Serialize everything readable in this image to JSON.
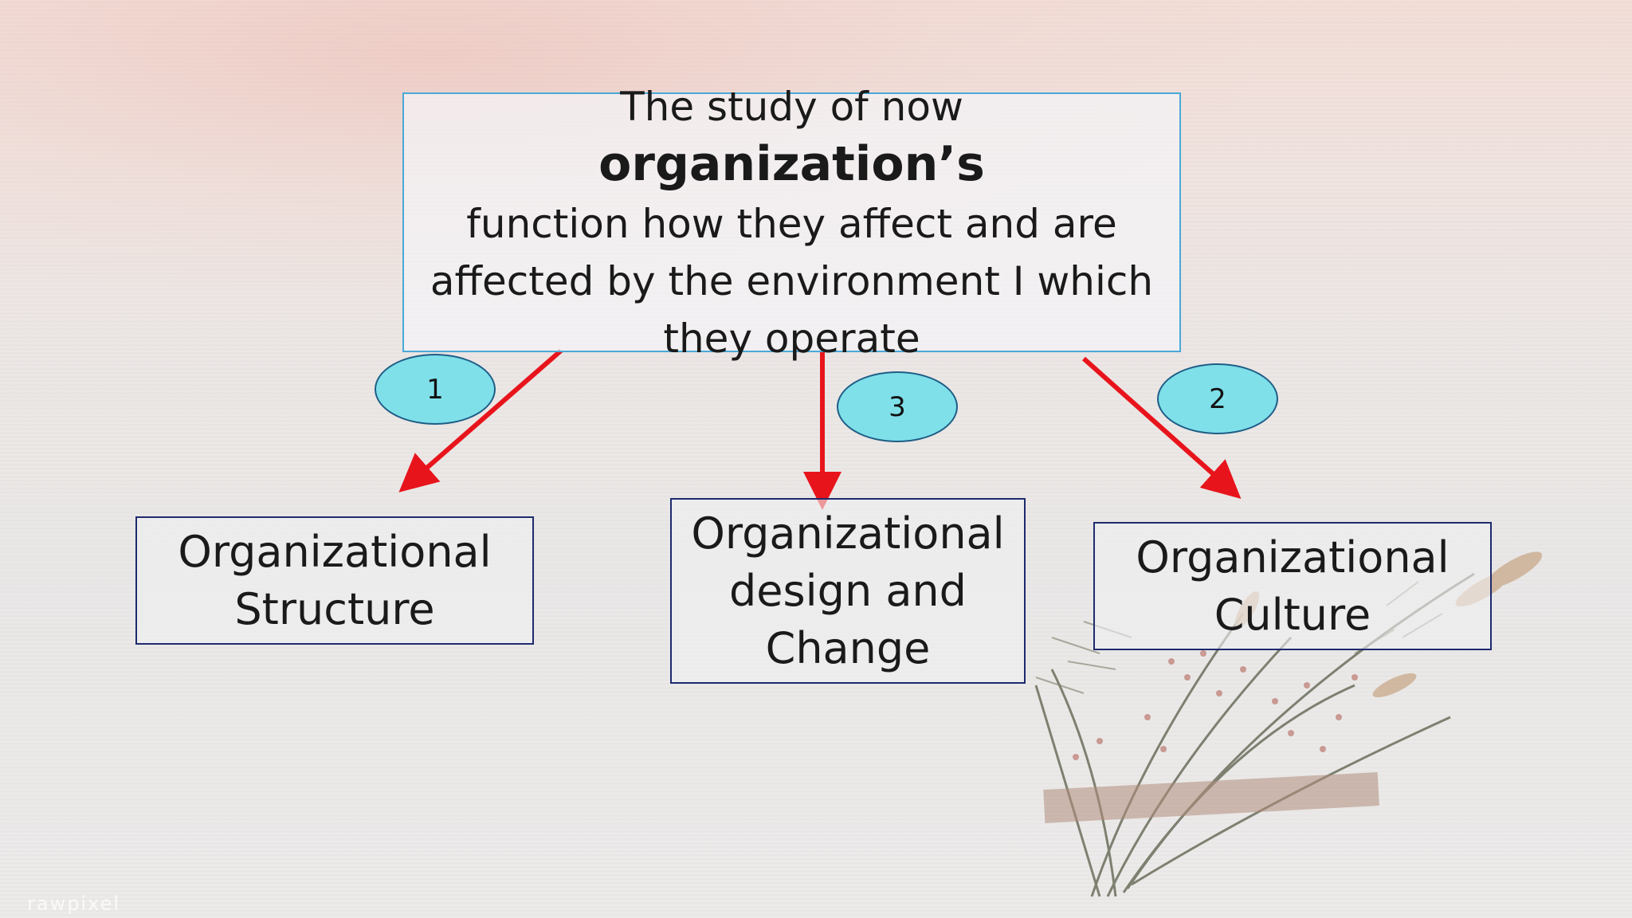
{
  "main": {
    "text_part1": "The study of now ",
    "text_bold": "organization’s",
    "line2": "function how they affect and are",
    "line3": "affected by the environment I  which",
    "line4": "they operate"
  },
  "children": {
    "structure": {
      "line1": "Organizational",
      "line2": "Structure"
    },
    "design": {
      "line1": "Organizational",
      "line2": "design and",
      "line3": "Change"
    },
    "culture": {
      "line1": "Organizational",
      "line2": "Culture"
    }
  },
  "bubbles": {
    "one": "1",
    "two": "2",
    "three": "3"
  },
  "watermark": "rawpixel",
  "colors": {
    "arrow": "#e8141c",
    "bubble_fill": "#7fe0ea",
    "main_border": "#4aa8d8",
    "child_border": "#1d2a6e"
  }
}
